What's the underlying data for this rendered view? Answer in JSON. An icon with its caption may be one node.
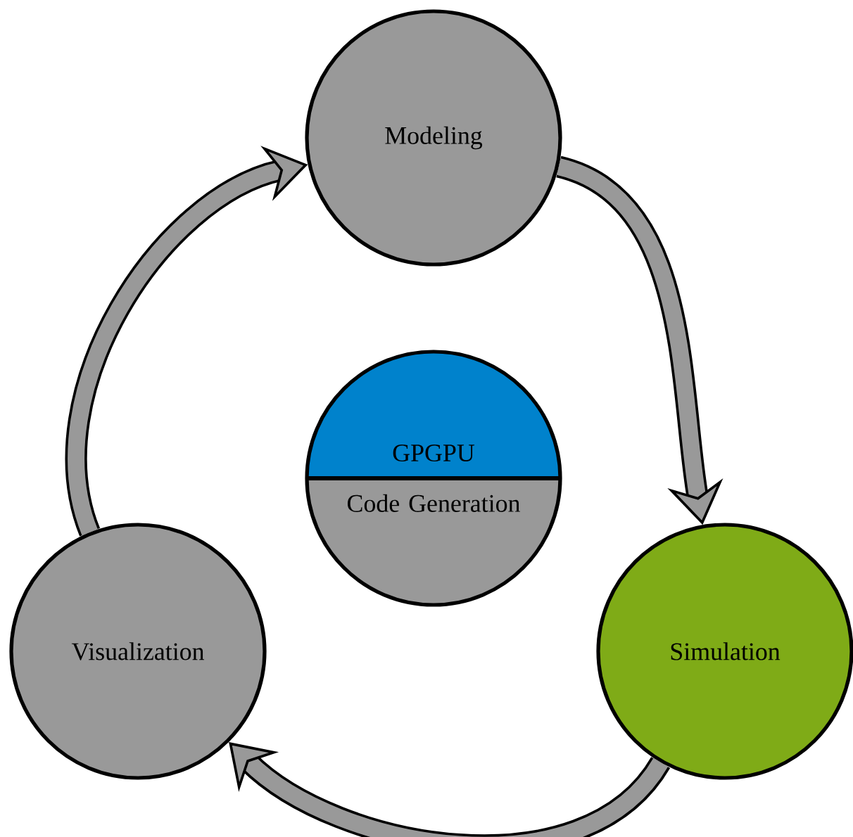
{
  "diagram": {
    "nodes": [
      {
        "text": [
          "Modeling"
        ]
      },
      {
        "text": [
          "Simulation"
        ]
      },
      {
        "text": [
          "Visualization"
        ]
      },
      {
        "text": [
          "GPGPU",
          "Code Generation"
        ]
      }
    ],
    "edges": [
      {
        "from": 0,
        "to": 1,
        "arrow": "to"
      },
      {
        "from": 1,
        "to": 2,
        "arrow": "to"
      },
      {
        "from": 2,
        "to": 0,
        "arrow": "to"
      }
    ]
  }
}
